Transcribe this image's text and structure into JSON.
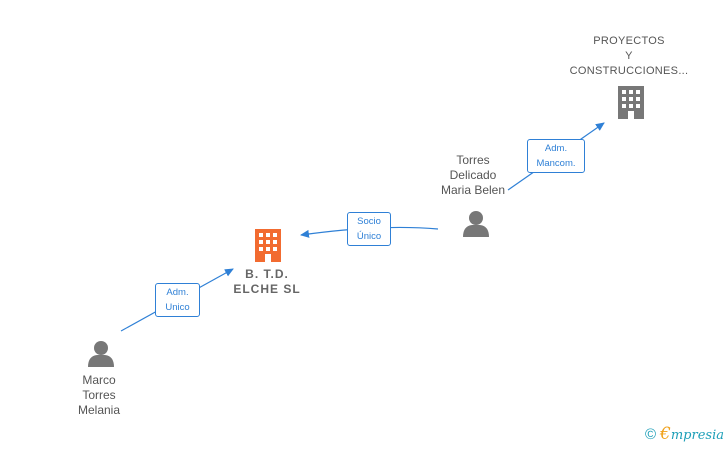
{
  "colors": {
    "edge": "#2f80d6",
    "person": "#777777",
    "building_main": "#f26b30",
    "building_other": "#777777",
    "brand": "#1d9fb8",
    "brand_accent": "#f0a11a"
  },
  "nodes": {
    "company_main": {
      "lines": [
        "B. T.D.",
        "ELCHE  SL"
      ],
      "icon": "building-icon"
    },
    "company_other": {
      "lines": [
        "PROYECTOS",
        "Y",
        "CONSTRUCCIONES..."
      ],
      "icon": "building-icon"
    },
    "person_marco": {
      "lines": [
        "Marco",
        "Torres",
        "Melania"
      ],
      "icon": "person-icon"
    },
    "person_torres": {
      "lines": [
        "Torres",
        "Delicado",
        "Maria Belen"
      ],
      "icon": "person-icon"
    }
  },
  "edges": {
    "marco_to_main": {
      "lines": [
        "Adm.",
        "Unico"
      ]
    },
    "torres_to_main": {
      "lines": [
        "Socio",
        "Único"
      ]
    },
    "torres_to_other": {
      "lines": [
        "Adm.",
        "Mancom."
      ]
    }
  },
  "footer": {
    "copyright_symbol": "©",
    "brand_initial": "€",
    "brand_rest": "mpresia"
  }
}
